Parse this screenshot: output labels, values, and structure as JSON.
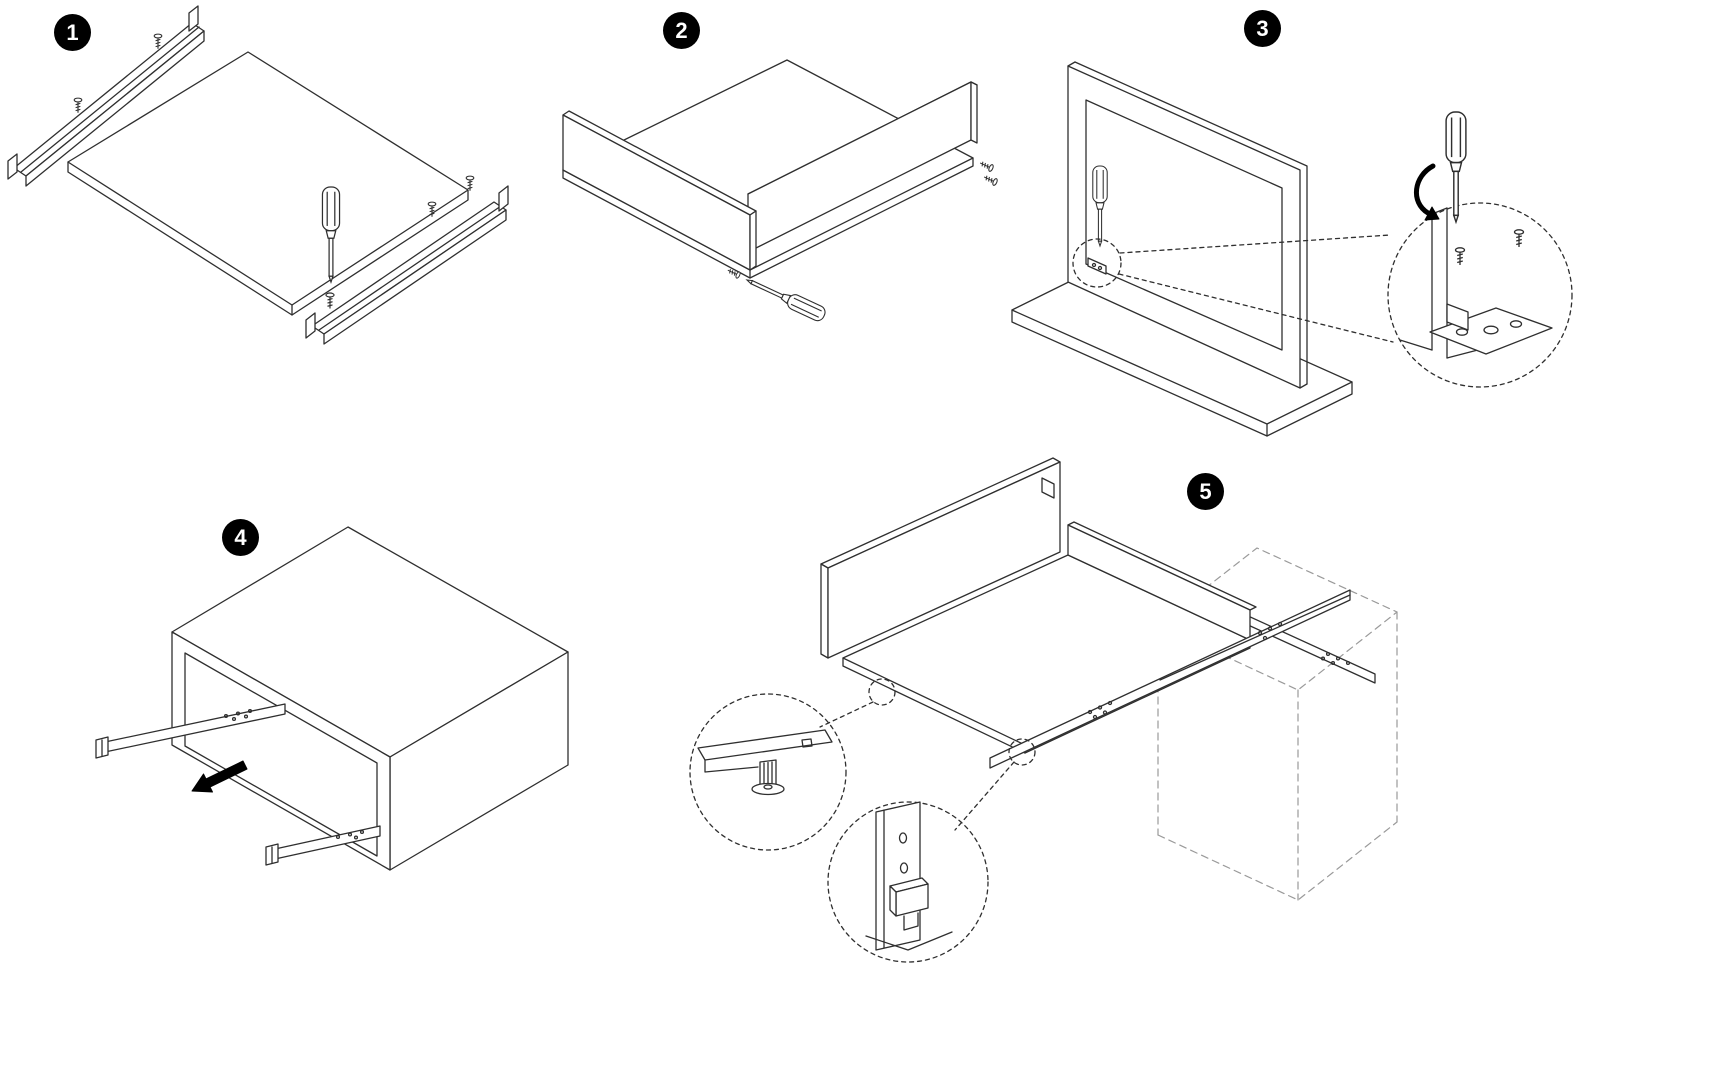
{
  "steps": [
    {
      "number": "1"
    },
    {
      "number": "2"
    },
    {
      "number": "3"
    },
    {
      "number": "4"
    },
    {
      "number": "5"
    }
  ],
  "colors": {
    "line": "#2f2f2f",
    "ghost_outline": "#9a9a9a",
    "badge_background": "#000000",
    "badge_text": "#ffffff",
    "background": "#ffffff"
  },
  "icons": {
    "step_1": [
      "screwdriver-icon",
      "screw-icon",
      "slide-rail",
      "drawer-bottom-panel"
    ],
    "step_2": [
      "screwdriver-icon",
      "screw-icon",
      "drawer-front-panel",
      "drawer-back-panel",
      "drawer-bottom-panel"
    ],
    "step_3": [
      "screwdriver-icon",
      "screw-icon",
      "frame-panel",
      "base-panel",
      "corner-bracket",
      "detail-circle",
      "rotation-arrow"
    ],
    "step_4": [
      "cabinet-box",
      "slide-rail",
      "pull-direction-arrow"
    ],
    "step_5": [
      "drawer-assembly",
      "slide-rail",
      "cabinet-ghost-outline",
      "detail-circle-pin",
      "detail-circle-latch"
    ]
  }
}
